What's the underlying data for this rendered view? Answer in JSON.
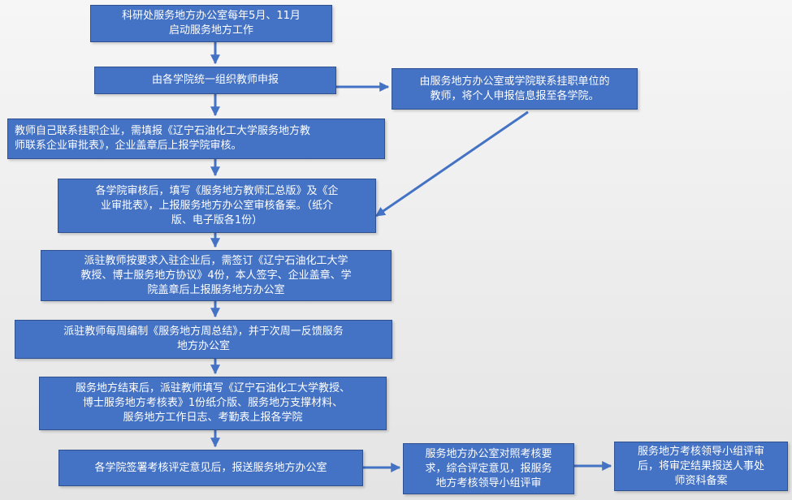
{
  "diagram": {
    "colors": {
      "box_fill": "#4472c4",
      "box_border": "#2f528f",
      "arrow": "#4472c4",
      "text": "#ffffff"
    },
    "steps": {
      "start": "科研处服务地方办公室每年5月、11月\n启动服务地方工作",
      "organize": "由各学院统一组织教师申报",
      "office_contact": "由服务地方办公室或学院联系挂职单位的\n教师，将个人申报信息报至各学院。",
      "self_contact": "教师自己联系挂职企业，需填报《辽宁石油化工大学服务地方教\n师联系企业审批表》，企业盖章后上报学院审核。",
      "college_review": "各学院审核后，填写《服务地方教师汇总版》及《企\n业审批表》，上报服务地方办公室审核备案。（纸介\n版、电子版各1份）",
      "sign_agreement": "派驻教师按要求入驻企业后，需签订《辽宁石油化工大学\n教授、博士服务地方协议》4份，本人签字、企业盖章、学\n院盖章后上报服务地方办公室",
      "weekly_summary": "派驻教师每周编制《服务地方周总结》，并于次周一反馈服务\n地方办公室",
      "final_report": "服务地方结束后，派驻教师填写《辽宁石油化工大学教授、\n博士服务地方考核表》1份纸介版、服务地方支撑材料、\n服务地方工作日志、考勤表上报各学院",
      "college_opinion": "各学院签署考核评定意见后，报送服务地方办公室",
      "office_evaluate": "服务地方办公室对照考核要\n求，综合评定意见，报服务\n地方考核领导小组评审",
      "leader_review": "服务地方考核领导小组评审\n后，将审定结果报送人事处\n师资科备案"
    }
  }
}
